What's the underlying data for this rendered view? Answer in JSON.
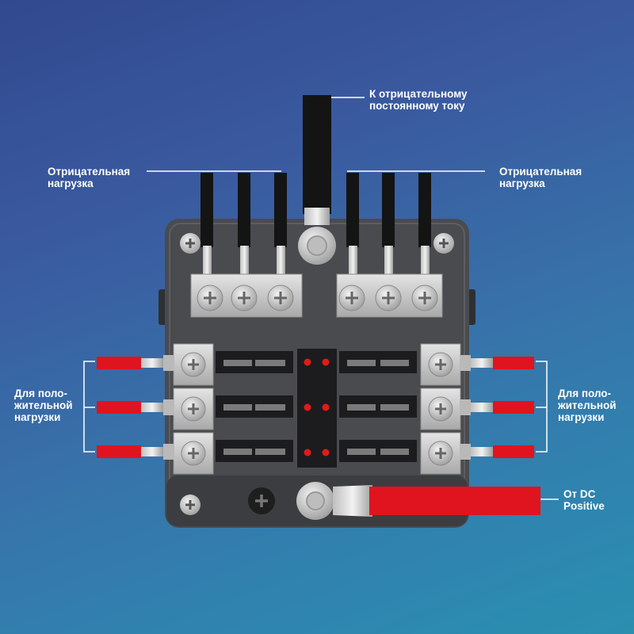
{
  "labels": {
    "dc_negative": "К отрицательному\nпостоянному току",
    "negative_load_left": "Отрицательная\nнагрузка",
    "negative_load_right": "Отрицательная\nнагрузка",
    "positive_load_left": "Для поло-\nжительной\nнагрузки",
    "positive_load_right": "Для поло-\nжительной\nнагрузки",
    "dc_positive": "От DC\nPositive"
  },
  "colors": {
    "box": "#4a4b4f",
    "box_dark": "#3a3b3e",
    "wire_black": "#141414",
    "wire_red": "#e0141e",
    "screw_plate": "#c9c9c9",
    "led_red": "#e11a1a",
    "line_white": "#ffffff"
  },
  "diagram": {
    "negative_wires_per_side": 3,
    "fuse_rows": 3,
    "fuses_per_row": 2
  }
}
